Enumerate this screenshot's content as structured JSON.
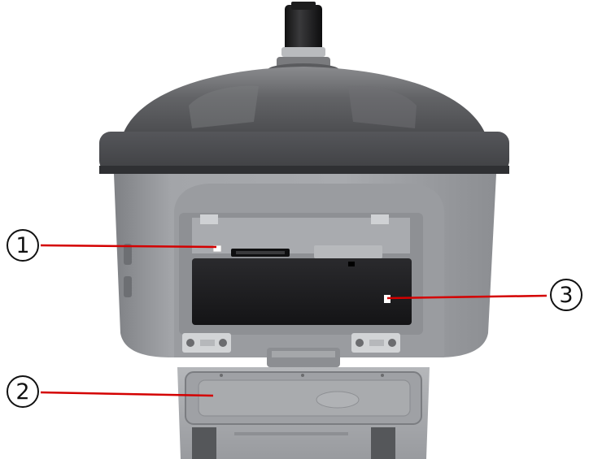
{
  "callouts": [
    {
      "id": "1",
      "label": "1"
    },
    {
      "id": "2",
      "label": "2"
    },
    {
      "id": "3",
      "label": "3"
    }
  ],
  "colors": {
    "leader_line": "#d40000",
    "radome": "#5e5e60",
    "body": "#9c9ea2",
    "door": "#a6a8ab",
    "battery_bay": "#1f1f22"
  }
}
